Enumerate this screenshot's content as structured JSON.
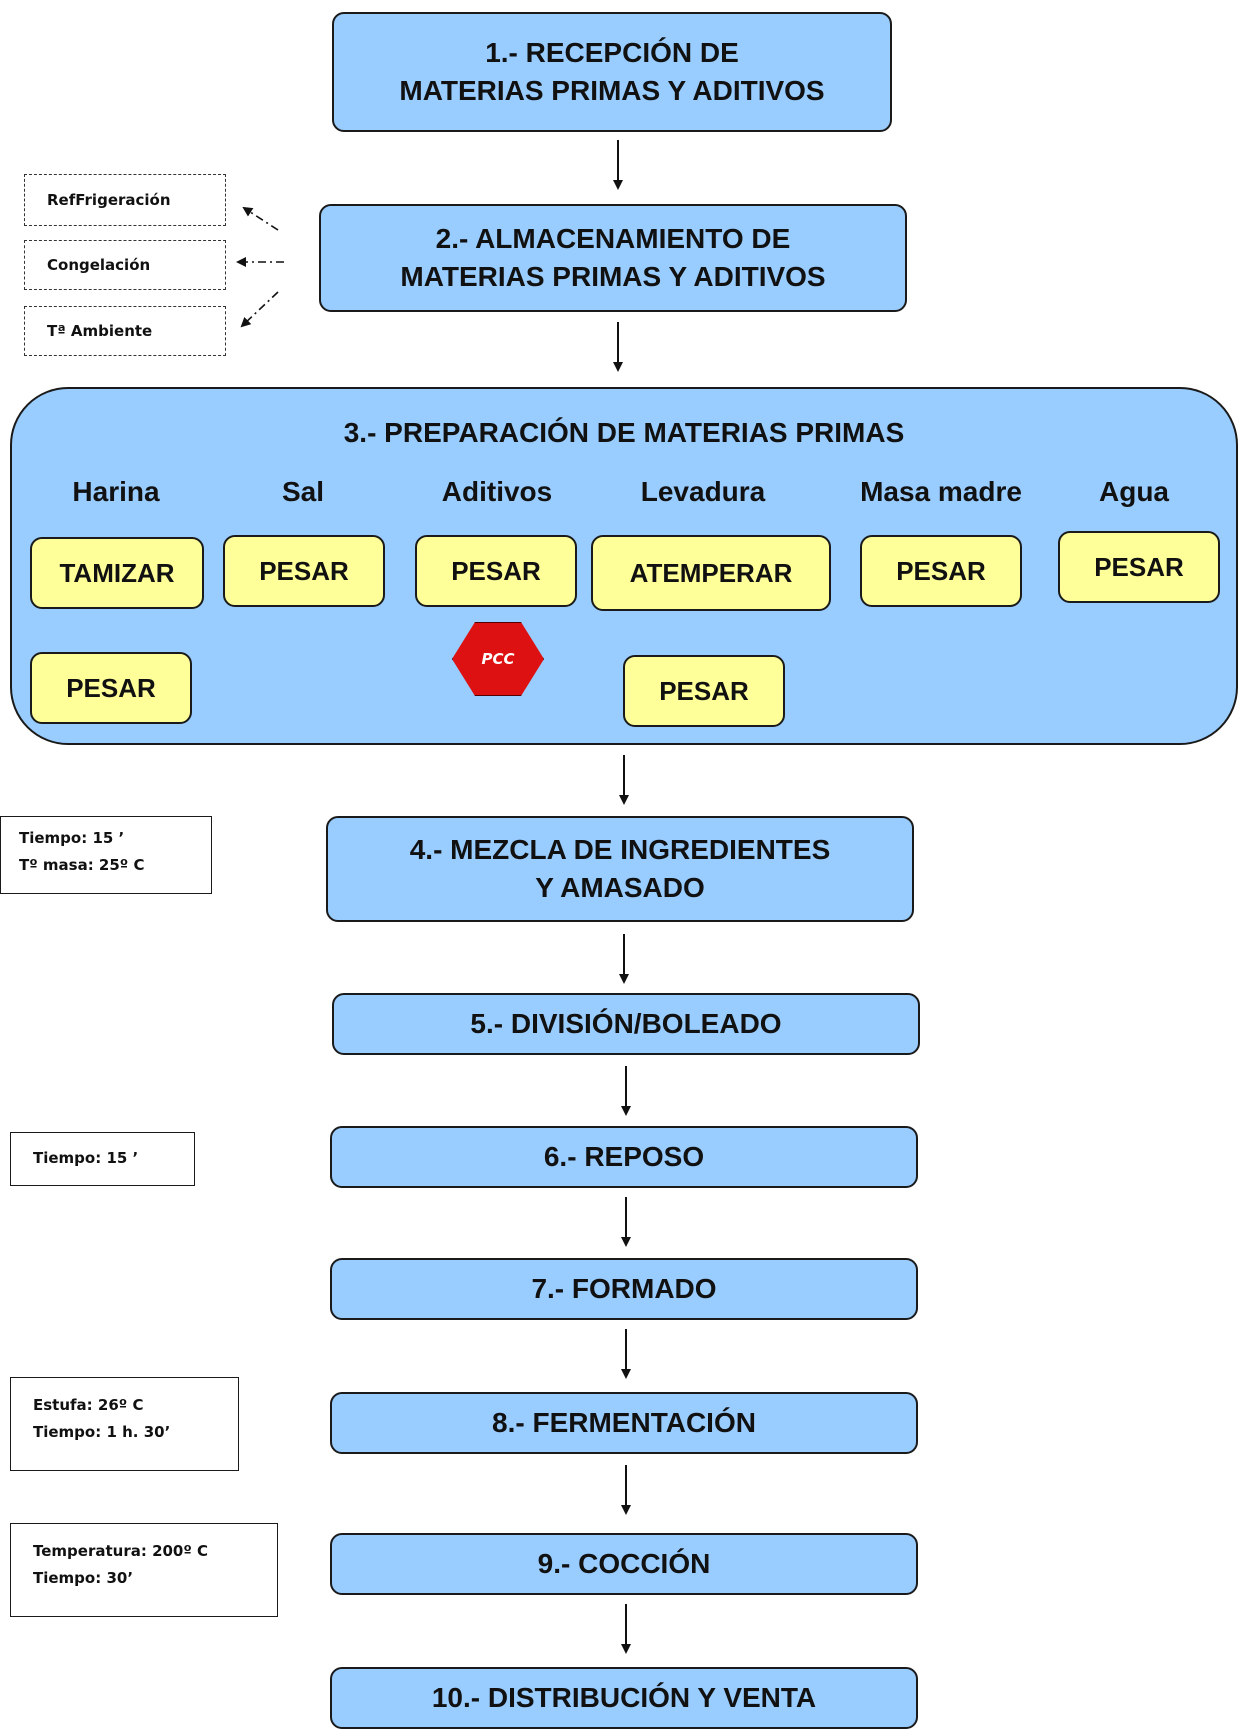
{
  "steps": [
    {
      "lines": [
        "1.- RECEPCIÓN DE",
        "MATERIAS PRIMAS Y ADITIVOS"
      ]
    },
    {
      "lines": [
        "2.- ALMACENAMIENTO DE",
        "MATERIAS PRIMAS Y ADITIVOS"
      ]
    },
    {
      "title": "3.- PREPARACIÓN DE MATERIAS PRIMAS"
    },
    {
      "lines": [
        "4.- MEZCLA DE INGREDIENTES",
        "Y AMASADO"
      ]
    },
    {
      "lines": [
        "5.- DIVISIÓN/BOLEADO"
      ]
    },
    {
      "lines": [
        "6.- REPOSO"
      ]
    },
    {
      "lines": [
        "7.- FORMADO"
      ]
    },
    {
      "lines": [
        "8.- FERMENTACIÓN"
      ]
    },
    {
      "lines": [
        "9.- COCCIÓN"
      ]
    },
    {
      "lines": [
        "10.- DISTRIBUCIÓN Y VENTA"
      ]
    }
  ],
  "storage_options": [
    "RefFrigeración",
    "Congelación",
    "Tª Ambiente"
  ],
  "ingredients": [
    {
      "name": "Harina",
      "actions": [
        "TAMIZAR",
        "PESAR"
      ]
    },
    {
      "name": "Sal",
      "actions": [
        "PESAR"
      ]
    },
    {
      "name": "Aditivos",
      "actions": [
        "PESAR"
      ],
      "badge": "PCC"
    },
    {
      "name": "Levadura",
      "actions": [
        "ATEMPERAR",
        "PESAR"
      ]
    },
    {
      "name": "Masa madre",
      "actions": [
        "PESAR"
      ]
    },
    {
      "name": "Agua",
      "actions": [
        "PESAR"
      ]
    }
  ],
  "notes": {
    "mezcla": [
      "Tiempo: 15 ’",
      "Tº masa: 25º C"
    ],
    "reposo": [
      "Tiempo: 15 ’"
    ],
    "fermentacion": [
      "Estufa: 26º C",
      "Tiempo: 1 h. 30’"
    ],
    "coccion": [
      "Temperatura: 200º C",
      "Tiempo: 30’"
    ]
  },
  "colors": {
    "step_fill": "#99ccff",
    "action_fill": "#ffff99",
    "pcc_fill": "#dd1111",
    "stroke": "#1a1a1a"
  }
}
